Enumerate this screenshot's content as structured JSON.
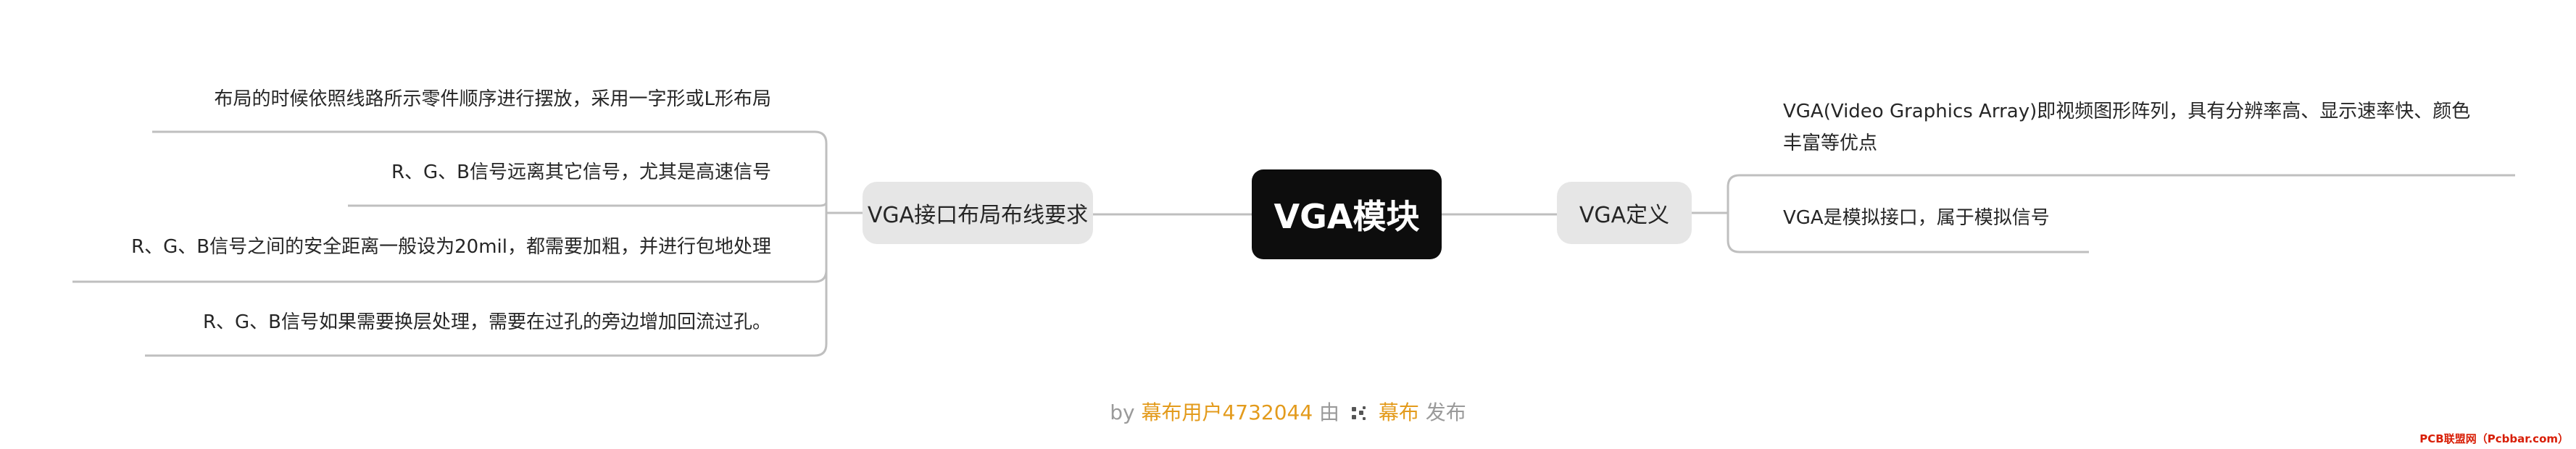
{
  "mindmap": {
    "root": {
      "label": "VGA模块"
    },
    "left_branch": {
      "label": "VGA接口布局布线要求",
      "leaves": [
        "布局的时候依照线路所示零件顺序进行摆放，采用一字形或L形布局",
        "R、G、B信号远离其它信号，尤其是高速信号",
        "R、G、B信号之间的安全距离一般设为20mil，都需要加粗，并进行包地处理",
        "R、G、B信号如果需要换层处理，需要在过孔的旁边增加回流过孔。"
      ]
    },
    "right_branch": {
      "label": "VGA定义",
      "leaves": [
        {
          "line1": "VGA(Video Graphics Array)即视频图形阵列，具有分辨率高、显示速率快、颜色",
          "line2": "丰富等优点"
        },
        {
          "line1": "VGA是模拟接口，属于模拟信号"
        }
      ]
    },
    "line_color": "#bfbfbf"
  },
  "footer": {
    "by": "by",
    "user": "幕布用户4732044",
    "via": "由",
    "brand": "幕布",
    "published": "发布"
  },
  "watermark": {
    "text": "PCB联盟网（Pcbbar.com）"
  }
}
